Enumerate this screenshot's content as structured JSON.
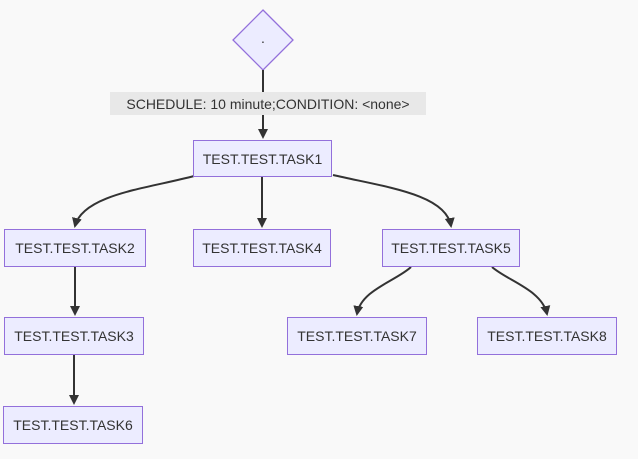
{
  "diagram": {
    "type": "flowchart",
    "background_color": "#f9f9f9",
    "node_fill_color": "#ECECFF",
    "node_border_color": "#9370DB",
    "edge_color": "#333333",
    "text_color": "#333333",
    "edge_label_bg_color": "#e8e8e8",
    "root_node": {
      "shape": "diamond",
      "label": "."
    },
    "edge_label": "SCHEDULE: 10 minute;CONDITION: <none>",
    "nodes": [
      {
        "id": "task1",
        "label": "TEST.TEST.TASK1"
      },
      {
        "id": "task2",
        "label": "TEST.TEST.TASK2"
      },
      {
        "id": "task4",
        "label": "TEST.TEST.TASK4"
      },
      {
        "id": "task5",
        "label": "TEST.TEST.TASK5"
      },
      {
        "id": "task3",
        "label": "TEST.TEST.TASK3"
      },
      {
        "id": "task7",
        "label": "TEST.TEST.TASK7"
      },
      {
        "id": "task8",
        "label": "TEST.TEST.TASK8"
      },
      {
        "id": "task6",
        "label": "TEST.TEST.TASK6"
      }
    ],
    "edges": [
      {
        "from": "root",
        "to": "TEST.TEST.TASK1",
        "label": "SCHEDULE: 10 minute;CONDITION: <none>"
      },
      {
        "from": "TEST.TEST.TASK1",
        "to": "TEST.TEST.TASK2"
      },
      {
        "from": "TEST.TEST.TASK1",
        "to": "TEST.TEST.TASK4"
      },
      {
        "from": "TEST.TEST.TASK1",
        "to": "TEST.TEST.TASK5"
      },
      {
        "from": "TEST.TEST.TASK2",
        "to": "TEST.TEST.TASK3"
      },
      {
        "from": "TEST.TEST.TASK3",
        "to": "TEST.TEST.TASK6"
      },
      {
        "from": "TEST.TEST.TASK5",
        "to": "TEST.TEST.TASK7"
      },
      {
        "from": "TEST.TEST.TASK5",
        "to": "TEST.TEST.TASK8"
      }
    ]
  }
}
